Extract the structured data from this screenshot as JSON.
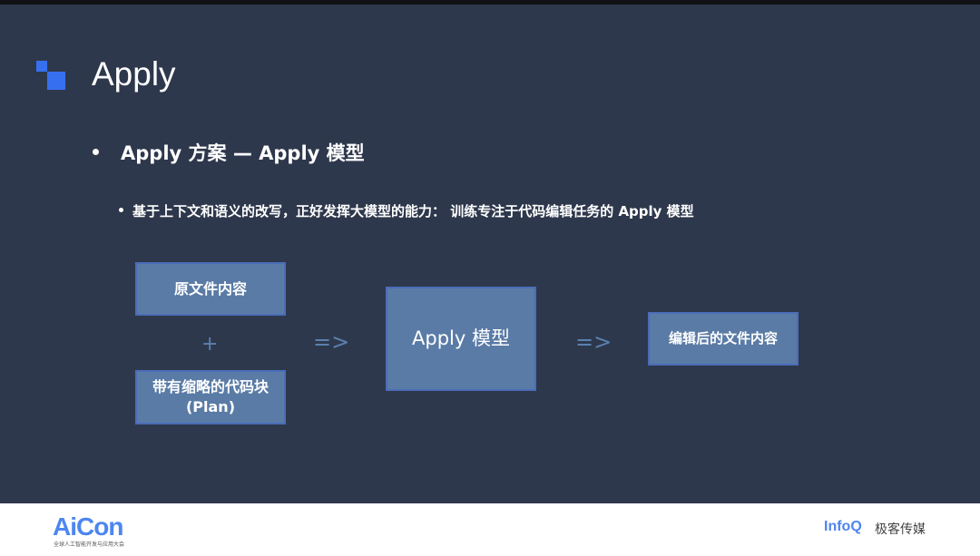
{
  "title": "Apply",
  "bullet1": "Apply 方案  — Apply 模型",
  "bullet2": "基于上下文和语义的改写，正好发挥大模型的能力：  训练专注于代码编辑任务的 Apply 模型",
  "diagram": {
    "box_original": "原文件内容",
    "plus": "+",
    "box_plan_line1": "带有缩略的代码块",
    "box_plan_line2": "(Plan)",
    "arrow1": "=>",
    "box_model": "Apply 模型",
    "arrow2": "=>",
    "box_result": "编辑后的文件内容"
  },
  "footer": {
    "aicon_logo": "AiCon",
    "aicon_sub": "全球人工智能开发与应用大会",
    "infoq_logo": "InfoQ",
    "infoq_cn": "极客传媒"
  }
}
